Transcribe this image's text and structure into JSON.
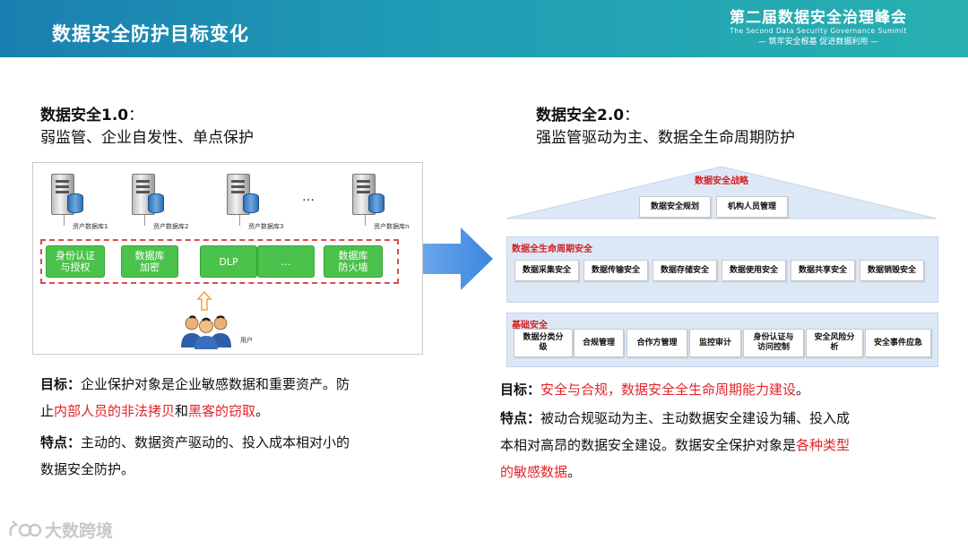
{
  "header": {
    "title": "数据安全防护目标变化",
    "summit_cn": "第二届数据安全治理峰会",
    "summit_en": "The Second Data Security Governance Summit",
    "summit_slogan": "— 筑牢安全根基  促进数据利用 —",
    "bg_start": "#1a7fb0",
    "bg_end": "#28b0b0"
  },
  "left": {
    "heading_bold": "数据安全1.0",
    "heading_colon": "：",
    "subheading": "弱监管、企业自发性、单点保护",
    "servers": [
      "资产数据库1",
      "资产数据库2",
      "资产数据库3",
      "资产数据库n"
    ],
    "ellipsis": "…",
    "controls": [
      {
        "line1": "身份认证",
        "line2": "与授权"
      },
      {
        "line1": "数据库",
        "line2": "加密"
      },
      {
        "line1": "DLP",
        "line2": ""
      },
      {
        "line1": "…",
        "line2": ""
      },
      {
        "line1": "数据库",
        "line2": "防火墙"
      }
    ],
    "user_label": "用户",
    "goal_label": "目标：",
    "goal_text1": "企业保护对象是企业敏感数据和重要资产。防",
    "goal_text2a": "止",
    "goal_red1": "内部人员的非法拷贝",
    "goal_text2b": "和",
    "goal_red2": "黑客的窃取",
    "goal_text2c": "。",
    "feature_label": "特点：",
    "feature_text1": "主动的、数据资产驱动的、投入成本相对小的",
    "feature_text2": "数据安全防护。"
  },
  "right": {
    "heading_bold": "数据安全2.0",
    "heading_colon": "：",
    "subheading": "强监管驱动为主、数据全生命周期防护",
    "strategy_title": "数据安全战略",
    "strategy_items": [
      "数据安全规划",
      "机构人员管理"
    ],
    "lifecycle_title": "数据全生命周期安全",
    "lifecycle_items": [
      "数据采集安全",
      "数据传输安全",
      "数据存储安全",
      "数据使用安全",
      "数据共享安全",
      "数据销毁安全"
    ],
    "base_title": "基础安全",
    "base_items": [
      {
        "l1": "数据分类分",
        "l2": "级"
      },
      {
        "l1": "合规管理",
        "l2": ""
      },
      {
        "l1": "合作方管理",
        "l2": ""
      },
      {
        "l1": "监控审计",
        "l2": ""
      },
      {
        "l1": "身份认证与",
        "l2": "访问控制"
      },
      {
        "l1": "安全风险分",
        "l2": "析"
      },
      {
        "l1": "安全事件应急",
        "l2": ""
      }
    ],
    "goal_label": "目标：",
    "goal_red": "安全与合规，数据安全全生命周期能力建设",
    "goal_end": "。",
    "feature_label": "特点：",
    "feature_text1": "被动合规驱动为主、主动数据安全建设为辅、投入成",
    "feature_text2a": "本相对高昂的数据安全建设。数据安全保护对象是",
    "feature_red1": "各种类型",
    "feature_red2": "的敏感数据",
    "feature_end": "。"
  },
  "footer": {
    "brand": "大数跨境"
  },
  "colors": {
    "green": "#4bc24b",
    "red": "#e0252a",
    "arrow": "#4a8fe0",
    "layer_bg": "#dde8f7"
  }
}
